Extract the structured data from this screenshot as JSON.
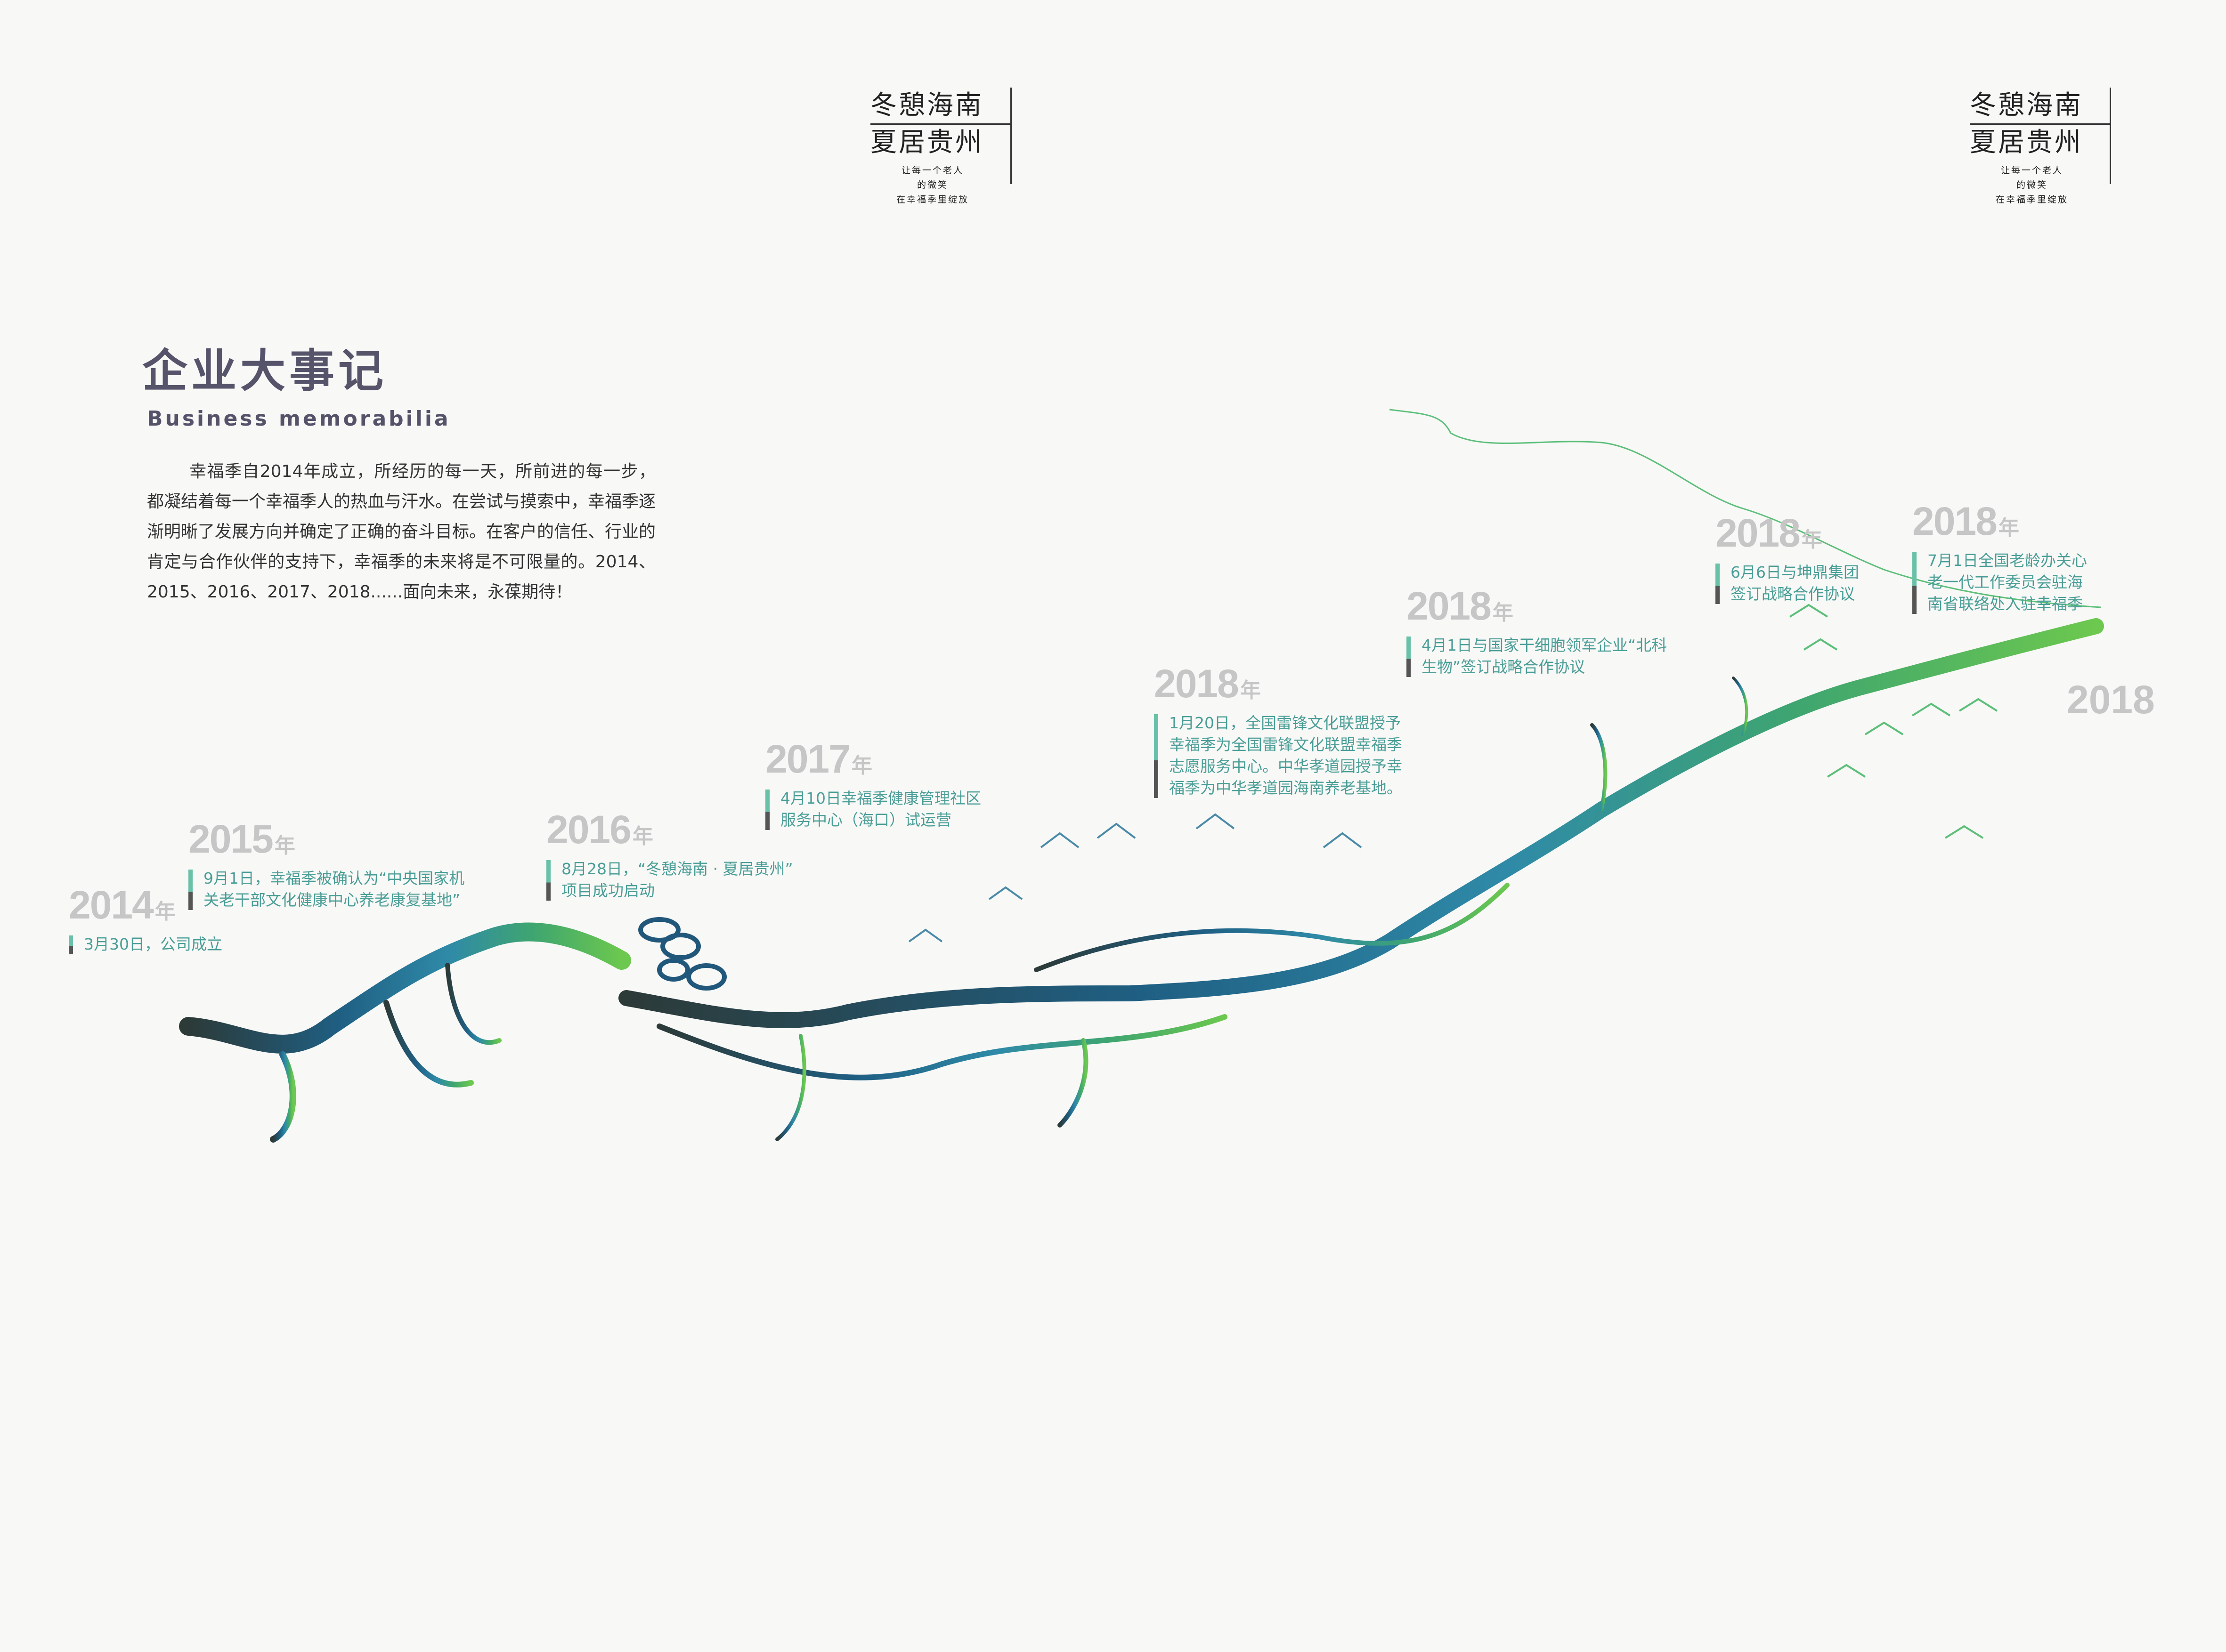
{
  "logos": [
    {
      "line1": "冬憩海南",
      "line2": "夏居贵州",
      "small": [
        "让每一个老人",
        "的微笑",
        "在幸福季里绽放"
      ]
    },
    {
      "line1": "冬憩海南",
      "line2": "夏居贵州",
      "small": [
        "让每一个老人",
        "的微笑",
        "在幸福季里绽放"
      ]
    }
  ],
  "header": {
    "title": "企业大事记",
    "subtitle": "Business memorabilia"
  },
  "intro": "幸福季自2014年成立，所经历的每一天，所前进的每一步，都凝结着每一个幸福季人的热血与汗水。在尝试与摸索中，幸福季逐渐明晰了发展方向并确定了正确的奋斗目标。在客户的信任、行业的肯定与合作伙伴的支持下，幸福季的未来将是不可限量的。2014、2015、2016、2017、2018......面向未来，永葆期待！",
  "year_suffix": "年",
  "events": [
    {
      "year": "2014",
      "lines": [
        "3月30日，公司成立"
      ]
    },
    {
      "year": "2015",
      "lines": [
        "9月1日，幸福季被确认为“中央国家机",
        "关老干部文化健康中心养老康复基地”"
      ]
    },
    {
      "year": "2016",
      "lines": [
        "8月28日，“冬憩海南 · 夏居贵州”",
        "项目成功启动"
      ]
    },
    {
      "year": "2017",
      "lines": [
        "4月10日幸福季健康管理社区",
        "服务中心（海口）试运营"
      ]
    },
    {
      "year": "2018",
      "lines": [
        "1月20日，全国雷锋文化联盟授予",
        "幸福季为全国雷锋文化联盟幸福季",
        "志愿服务中心。中华孝道园授予幸",
        "福季为中华孝道园海南养老基地。"
      ]
    },
    {
      "year": "2018",
      "lines": [
        "4月1日与国家干细胞领军企业“北科",
        "生物”签订战略合作协议"
      ]
    },
    {
      "year": "2018",
      "lines": [
        "6月6日与坤鼎集团",
        "签订战略合作协议"
      ]
    },
    {
      "year": "2018",
      "lines": [
        "7月1日全国老龄办关心",
        "老一代工作委员会驻海",
        "南省联络处入驻幸福季"
      ]
    }
  ],
  "lone_year": "2018",
  "colors": {
    "river_start": "#2f3e3e",
    "river_mid": "#1e6f9a",
    "river_end": "#5cc25a",
    "desc": "#4a9e97",
    "year": "#c6c6c6"
  }
}
